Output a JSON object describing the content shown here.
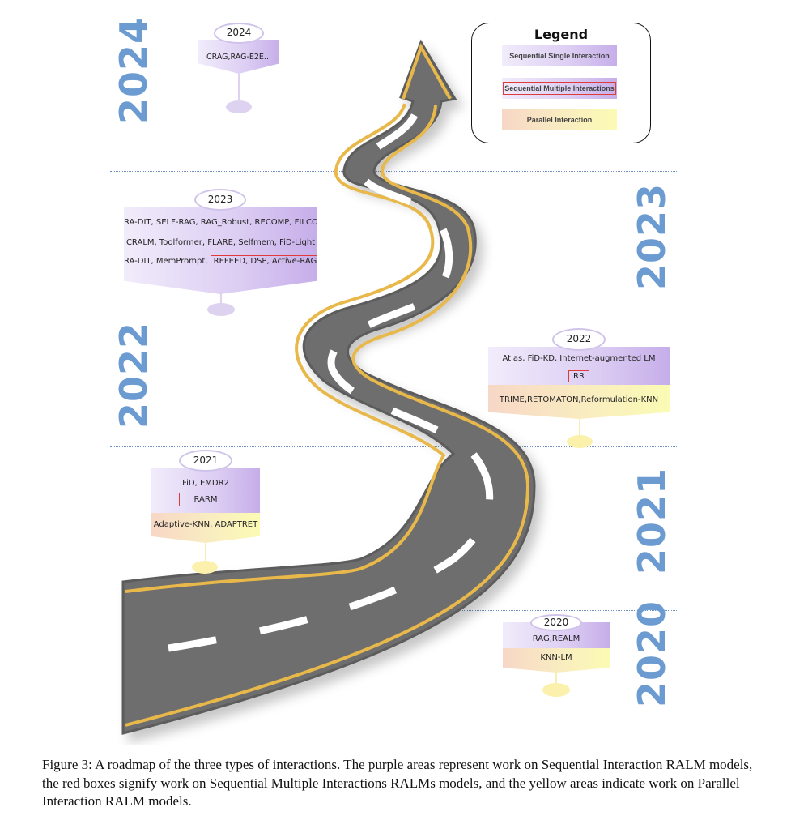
{
  "figure": {
    "caption": "Figure 3: A roadmap of the three types of interactions. The purple areas represent work on Sequential Interaction RALM models, the red boxes signify work on Sequential Multiple Interactions RALMs models, and the yellow areas indicate work on Parallel Interaction RALM models."
  },
  "legend": {
    "title": "Legend",
    "items": [
      {
        "label": "Sequential Single Interaction",
        "style": "purple",
        "color": "#d3c2f0"
      },
      {
        "label": "Sequential Multiple Interactions",
        "style": "purple-redbox",
        "color": "#e03a3a"
      },
      {
        "label": "Parallel Interaction",
        "style": "yellow",
        "color": "#f9edc0"
      }
    ]
  },
  "colors": {
    "year_label": "#6b9bd1",
    "road": "#6e6e6e",
    "road_edge": "#e8b84a",
    "lane_marking": "#ffffff",
    "red_box": "#e03a3a",
    "divider": "#6f8fc0"
  },
  "side_years": {
    "y2024": "2024",
    "y2023": "2023",
    "y2022": "2022",
    "y2021": "2021",
    "y2020": "2020"
  },
  "milestones": {
    "m2024": {
      "year": "2024",
      "sequential_single": [
        "CRAG,RAG-E2E..."
      ]
    },
    "m2023": {
      "year": "2023",
      "line1": "RA-DIT, SELF-RAG, RAG_Robust, RECOMP, FILCO",
      "line2": "ICRALM, Toolformer, FLARE, Selfmem, FiD-Light SAIL,",
      "line3_plain": "RA-DIT, MemPrompt,",
      "line3_multiple": "REFEED, DSP, Active-RAG"
    },
    "m2022": {
      "year": "2022",
      "sequential_single": "Atlas, FiD-KD, Internet-augmented LM",
      "sequential_multiple": "RR",
      "parallel": "TRIME,RETOMATON,Reformulation-KNN"
    },
    "m2021": {
      "year": "2021",
      "sequential_single": "FiD, EMDR2",
      "sequential_multiple": "RARM",
      "parallel": "Adaptive-KNN, ADAPTRET"
    },
    "m2020": {
      "year": "2020",
      "sequential_single": "RAG,REALM",
      "parallel": "KNN-LM"
    }
  }
}
